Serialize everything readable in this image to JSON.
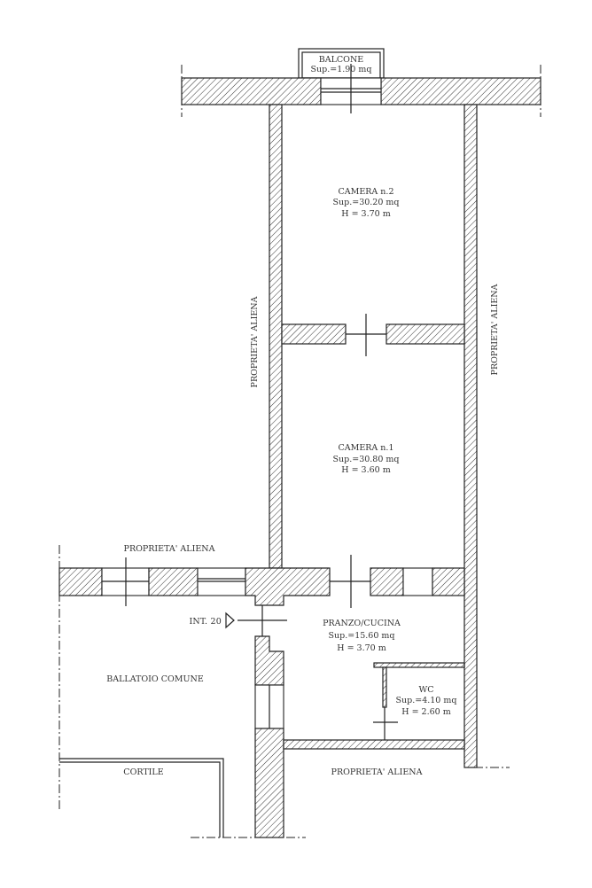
{
  "rooms": {
    "balcone": {
      "name": "BALCONE",
      "area": "Sup.=1.90 mq"
    },
    "camera2": {
      "name": "CAMERA n.2",
      "area": "Sup.=30.20 mq",
      "height": "H = 3.70 m"
    },
    "camera1": {
      "name": "CAMERA n.1",
      "area": "Sup.=30.80 mq",
      "height": "H = 3.60 m"
    },
    "pranzo": {
      "name": "PRANZO/CUCINA",
      "area": "Sup.=15.60 mq",
      "height": "H = 3.70 m"
    },
    "wc": {
      "name": "WC",
      "area": "Sup.=4.10 mq",
      "height": "H = 2.60 m"
    }
  },
  "labels": {
    "proprieta_left": "PROPRIETA' ALIENA",
    "proprieta_right": "PROPRIETA' ALIENA",
    "proprieta_top_left": "PROPRIETA' ALIENA",
    "proprieta_bottom": "PROPRIETA' ALIENA",
    "ballatoio": "BALLATOIO COMUNE",
    "cortile": "CORTILE",
    "entrance": "INT. 20"
  }
}
